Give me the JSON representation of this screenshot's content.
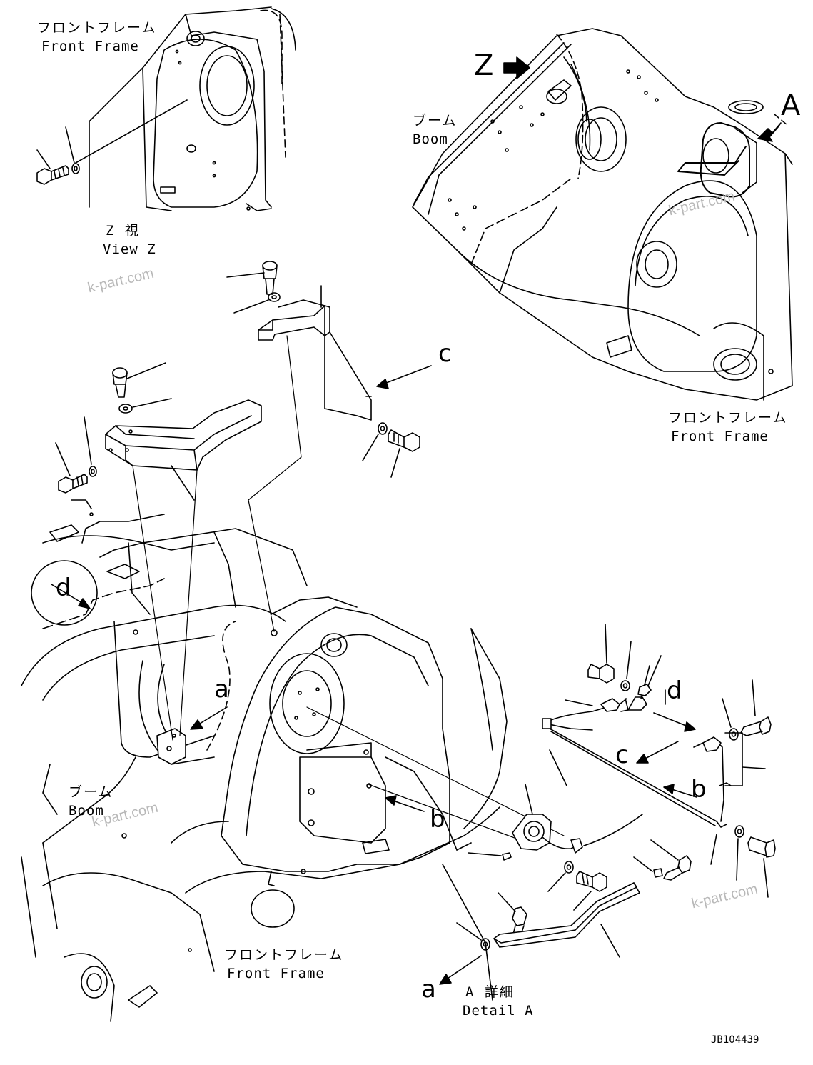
{
  "labels": {
    "front_frame_top_left_jp": "フロントフレーム",
    "front_frame_top_left_en": "Front Frame",
    "view_z_jp": "Z 視",
    "view_z_en": "View Z",
    "boom_top_right_jp": "ブーム",
    "boom_top_right_en": "Boom",
    "front_frame_right_jp": "フロントフレーム",
    "front_frame_right_en": "Front Frame",
    "boom_lower_left_jp": "ブーム",
    "boom_lower_left_en": "Boom",
    "front_frame_bottom_jp": "フロントフレーム",
    "front_frame_bottom_en": "Front Frame",
    "detail_a_jp": "A 詳細",
    "detail_a_en": "Detail A"
  },
  "callouts": {
    "view_z": "Z",
    "detail_a": "A",
    "a_main": "a",
    "a_detail": "a",
    "b_main": "b",
    "b_detail": "b",
    "c_bracket": "c",
    "c_detail": "c",
    "d_circle": "d",
    "d_detail": "d"
  },
  "watermarks": [
    "k-part.com",
    "k-part.com",
    "k-part.com",
    "k-part.com"
  ],
  "drawing_code": "JB104439"
}
